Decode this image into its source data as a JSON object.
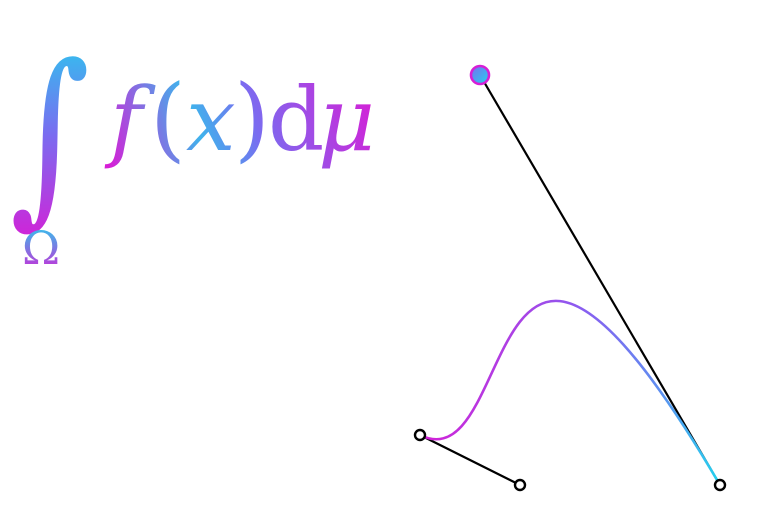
{
  "formula": {
    "integral_sign": "∫",
    "lower_limit": "Ω",
    "f": "f",
    "open_paren": "(",
    "x": "x",
    "close_paren": ")",
    "d": "d",
    "mu": "μ"
  },
  "colors": {
    "cyan": "#22d3ee",
    "violet": "#7a6cf0",
    "magenta": "#d61fd6",
    "handle_line": "#000000",
    "handle_fill": "#ffffff"
  },
  "icons": {
    "active_handle": "gradient-circle-icon",
    "handle": "hollow-circle-icon"
  }
}
